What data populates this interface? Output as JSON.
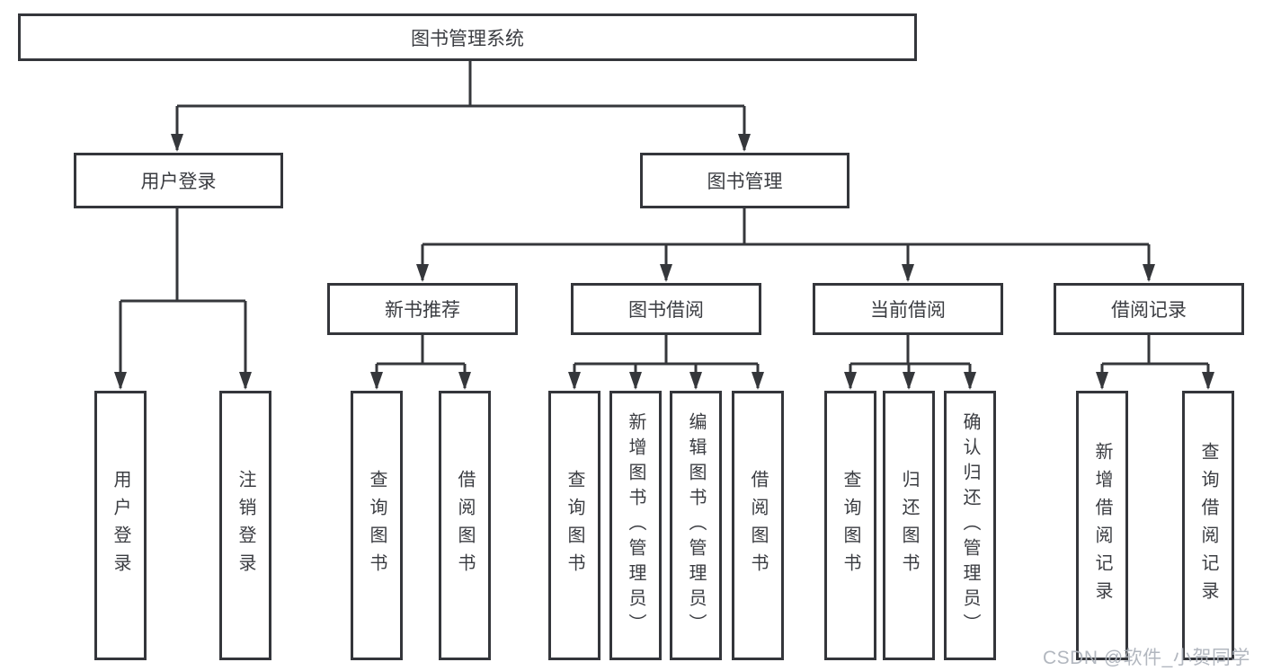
{
  "diagram_title": "图书管理系统",
  "nodes": {
    "root": {
      "label": "图书管理系统"
    },
    "user_login": {
      "label": "用户登录"
    },
    "book_mgmt": {
      "label": "图书管理"
    },
    "new_book_rec": {
      "label": "新书推荐"
    },
    "book_borrow": {
      "label": "图书借阅"
    },
    "current_borrow": {
      "label": "当前借阅"
    },
    "borrow_records": {
      "label": "借阅记录"
    },
    "leaf_user_login": {
      "label": "用户登录"
    },
    "leaf_logout": {
      "label": "注销登录"
    },
    "leaf_rec_query": {
      "label": "查询图书"
    },
    "leaf_rec_borrow": {
      "label": "借阅图书"
    },
    "leaf_bb_query": {
      "label": "查询图书"
    },
    "leaf_bb_add": {
      "label": "新增图书（管理员）"
    },
    "leaf_bb_edit": {
      "label": "编辑图书（管理员）"
    },
    "leaf_bb_borrow": {
      "label": "借阅图书"
    },
    "leaf_cb_query": {
      "label": "查询图书"
    },
    "leaf_cb_return": {
      "label": "归还图书"
    },
    "leaf_cb_confirm": {
      "label": "确认归还（管理员）"
    },
    "leaf_br_add": {
      "label": "新增借阅记录"
    },
    "leaf_br_query": {
      "label": "查询借阅记录"
    }
  },
  "hierarchy": {
    "root": "图书管理系统",
    "children": [
      {
        "label": "用户登录",
        "children": [
          "用户登录",
          "注销登录"
        ]
      },
      {
        "label": "图书管理",
        "children": [
          {
            "label": "新书推荐",
            "children": [
              "查询图书",
              "借阅图书"
            ]
          },
          {
            "label": "图书借阅",
            "children": [
              "查询图书",
              "新增图书（管理员）",
              "编辑图书（管理员）",
              "借阅图书"
            ]
          },
          {
            "label": "当前借阅",
            "children": [
              "查询图书",
              "归还图书",
              "确认归还（管理员）"
            ]
          },
          {
            "label": "借阅记录",
            "children": [
              "新增借阅记录",
              "查询借阅记录"
            ]
          }
        ]
      }
    ]
  },
  "watermark": {
    "text": "CSDN @软件_小贺同学"
  },
  "colors": {
    "line": "#35373b",
    "box_border": "#34363b",
    "text": "#3b3d42",
    "watermark": "#abb1ba",
    "background": "#ffffff"
  }
}
